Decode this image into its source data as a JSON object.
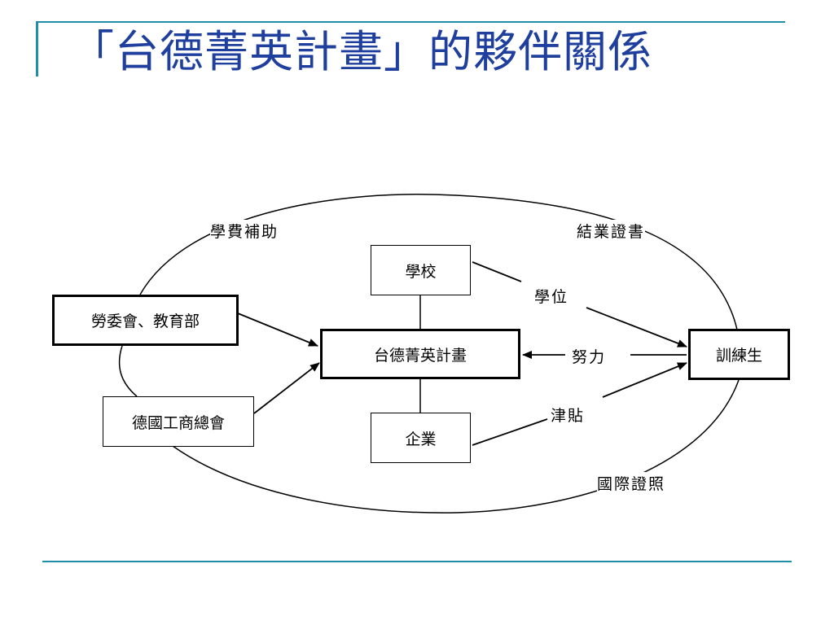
{
  "title": "「台德菁英計畫」的夥伴關係",
  "colors": {
    "title": "#1f3f9f",
    "accent": "#1f8fa8"
  },
  "nodes": {
    "school": "學校",
    "program": "台德菁英計畫",
    "enterprise": "企業",
    "ministry": "勞委會、教育部",
    "chamber": "德國工商總會",
    "trainee": "訓練生"
  },
  "edges": {
    "tuition": "學費補助",
    "certificate": "結業證書",
    "degree": "學位",
    "effort": "努力",
    "allowance": "津貼",
    "intl_cert": "國際證照"
  }
}
